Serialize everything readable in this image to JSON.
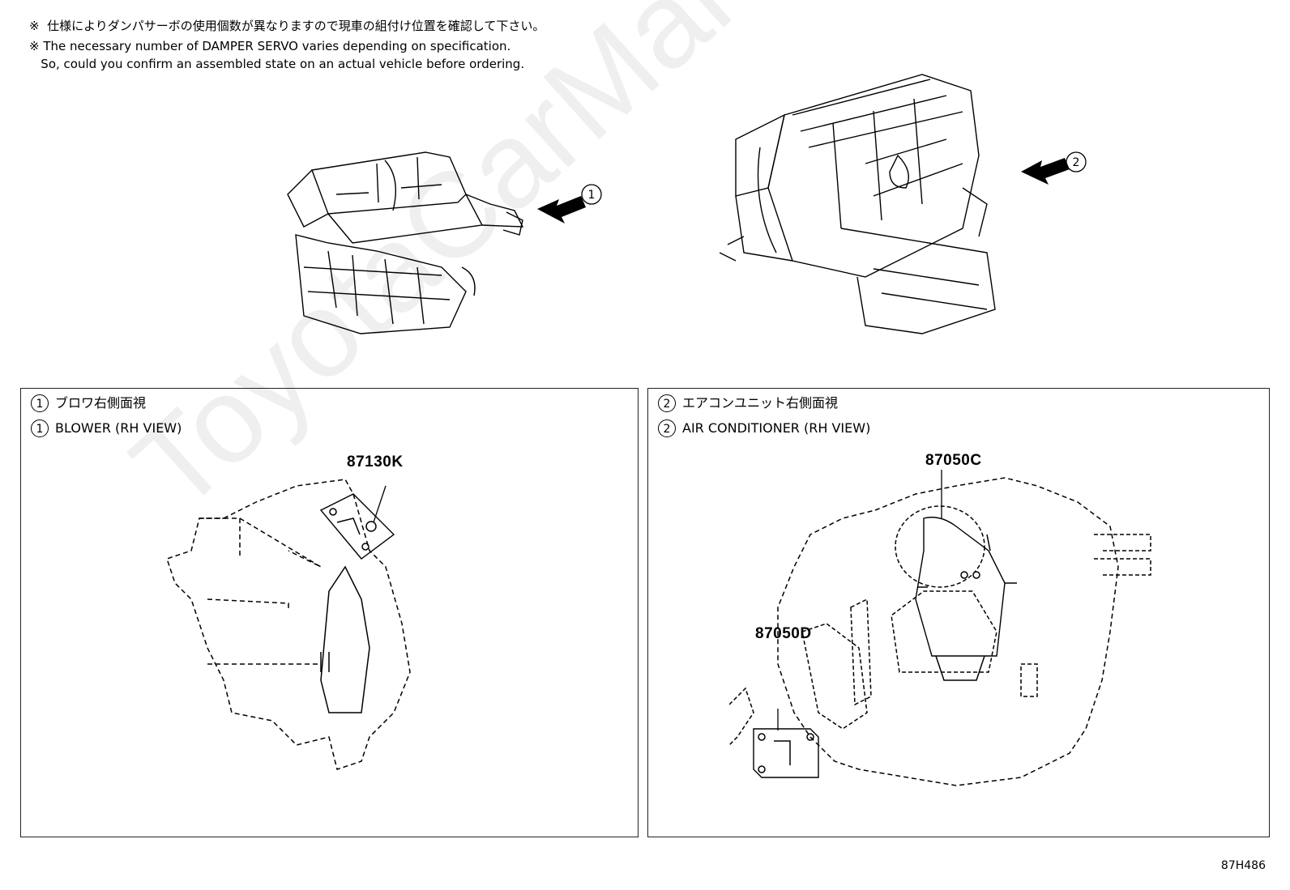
{
  "notes": {
    "jp": "※  仕様によりダンパサーボの使用個数が異なりますので現車の組付け位置を確認して下さい。",
    "en_line1": "※ The necessary number of DAMPER SERVO varies depending on specification.",
    "en_line2": "   So, could you confirm an assembled state on an actual vehicle before ordering."
  },
  "callouts": {
    "one": "1",
    "two": "2"
  },
  "panels": [
    {
      "num": "1",
      "title_jp": "ブロワ右側面視",
      "title_en": "BLOWER (RH VIEW)",
      "parts": [
        "87130K"
      ]
    },
    {
      "num": "2",
      "title_jp": "エアコンユニット右側面視",
      "title_en": "AIR CONDITIONER (RH VIEW)",
      "parts": [
        "87050C",
        "87050D"
      ]
    }
  ],
  "diagram_code": "87H486",
  "watermark": "ToyotaCarMarket.ru",
  "icons": [
    "arrow-left-icon"
  ]
}
